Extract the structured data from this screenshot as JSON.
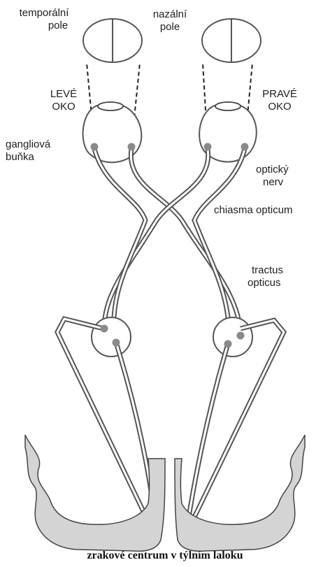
{
  "labels": {
    "temporal_field": [
      "temporální",
      "pole"
    ],
    "nasal_field": [
      "nazální",
      "pole"
    ],
    "left_eye": [
      "LEVÉ",
      "OKO"
    ],
    "right_eye": [
      "PRAVÉ",
      "OKO"
    ],
    "ganglion_cell": [
      "gangliová",
      "buňka"
    ],
    "optic_nerve": [
      "optický",
      "nerv"
    ],
    "chiasm": "chiasma opticum",
    "optic_tract": [
      "tractus",
      "opticus"
    ]
  },
  "caption": "zrakové centrum v týlním laloku",
  "colors": {
    "line": "#555555",
    "cell_fill": "#8a8a8a",
    "cortex_fill": "#d4d4d4",
    "ink": "#1e1e1e"
  }
}
